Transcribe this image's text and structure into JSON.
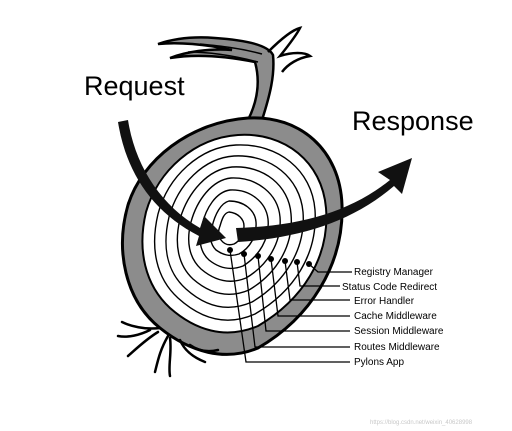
{
  "diagram": {
    "request_label": "Request",
    "response_label": "Response",
    "layers": [
      "Registry Manager",
      "Status Code Redirect",
      "Error Handler",
      "Cache Middleware",
      "Session Middleware",
      "Routes Middleware",
      "Pylons App"
    ],
    "watermark": "https://blog.csdn.net/weixin_40628998"
  },
  "colors": {
    "onion_fill": "#8c8c8c",
    "rings": "#000000",
    "arrow": "#111111"
  },
  "icons": [
    "onion-illustration",
    "request-arrow",
    "response-arrow"
  ]
}
